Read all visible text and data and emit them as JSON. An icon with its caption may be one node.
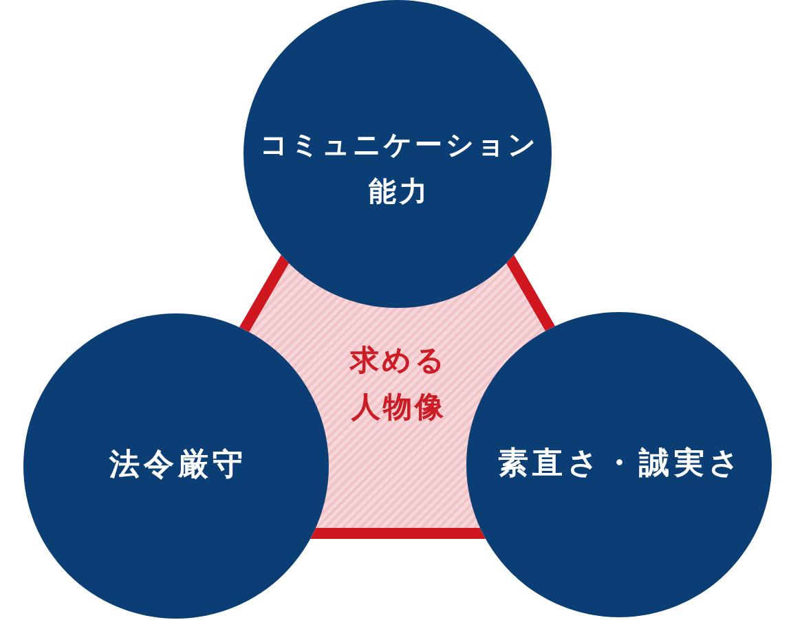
{
  "diagram": {
    "nodes": [
      {
        "text": [
          "コミュニケーション能力"
        ]
      },
      {
        "text": [
          "求める人物像"
        ]
      },
      {
        "text": [
          "法令厳守"
        ]
      },
      {
        "text": [
          "素直さ・誠実さ"
        ]
      }
    ]
  }
}
